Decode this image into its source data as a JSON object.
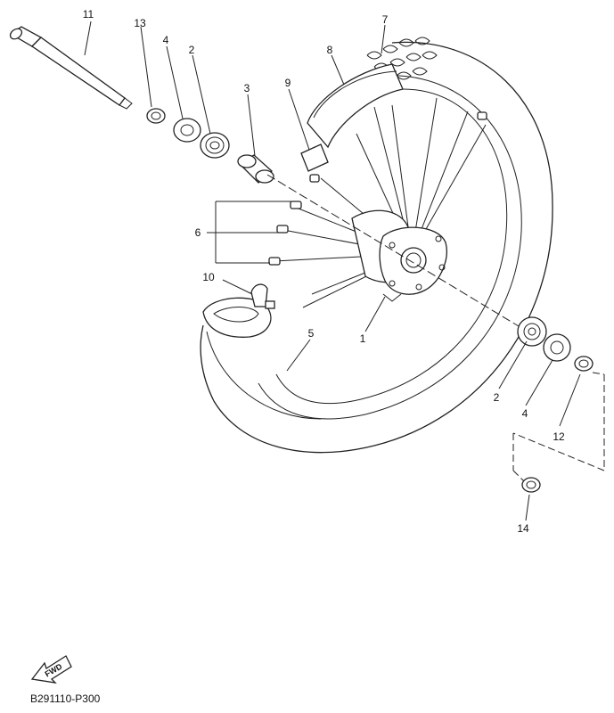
{
  "reference_code": "B291110-P300",
  "fwd_label": "FWD",
  "callouts": {
    "c1": "1",
    "c2a": "2",
    "c2b": "2",
    "c3": "3",
    "c4a": "4",
    "c4b": "4",
    "c5": "5",
    "c6": "6",
    "c7": "7",
    "c8": "8",
    "c9": "9",
    "c10": "10",
    "c11": "11",
    "c12": "12",
    "c13": "13",
    "c14": "14"
  },
  "colors": {
    "line": "#222222",
    "background": "#ffffff"
  }
}
